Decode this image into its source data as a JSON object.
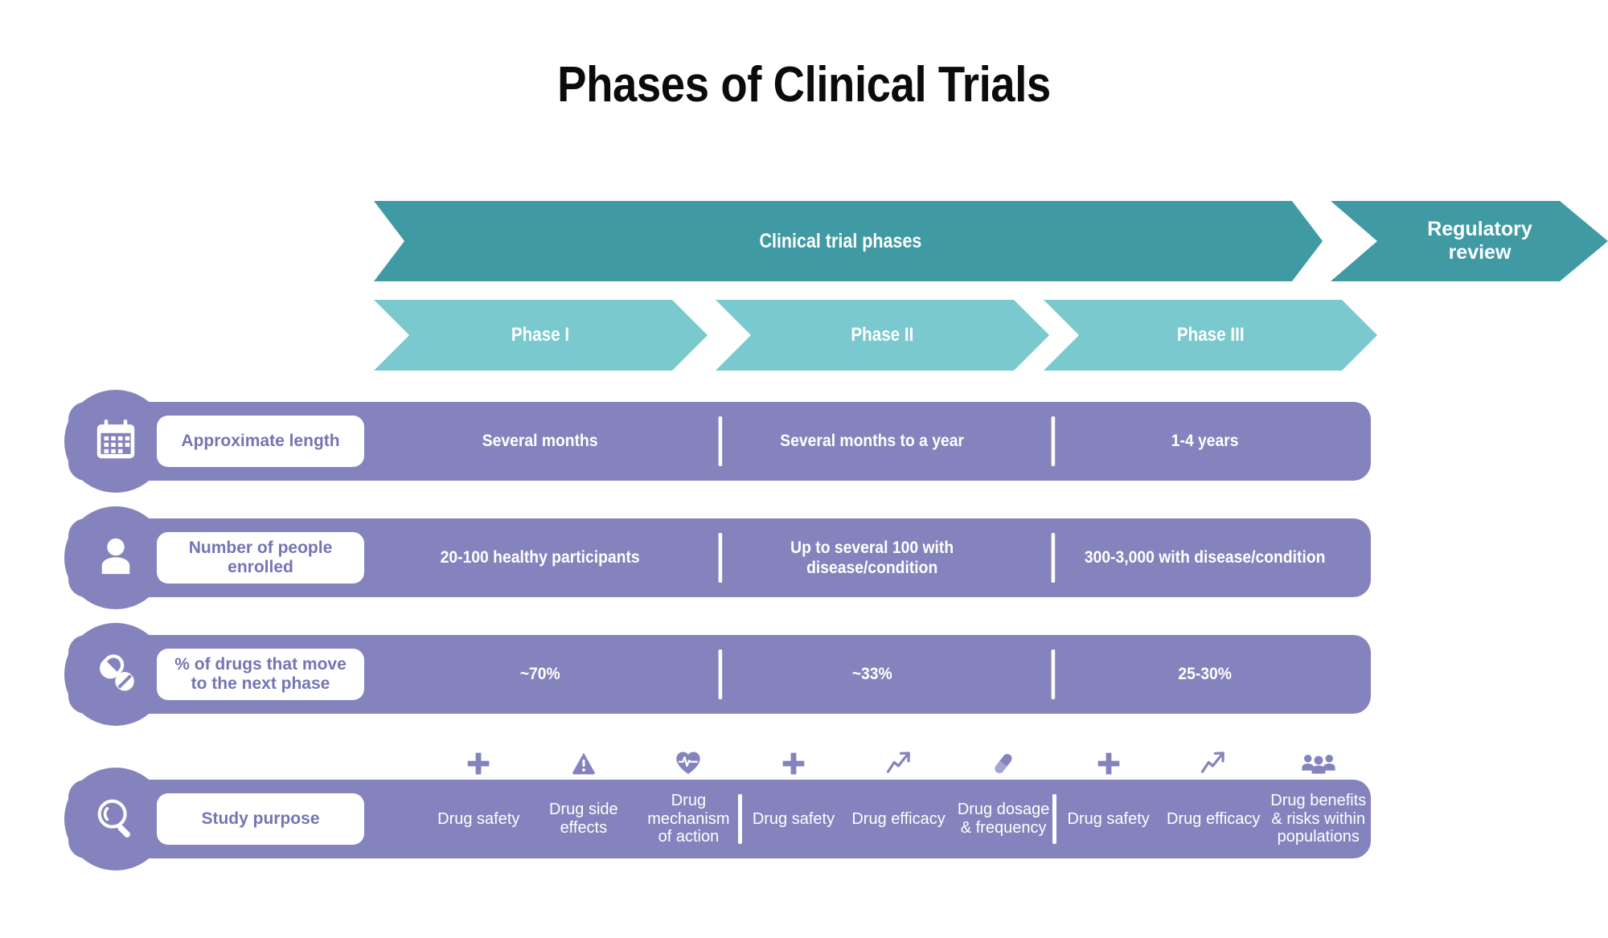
{
  "title": "Phases of Clinical Trials",
  "colors": {
    "teal_dark": "#409aa4",
    "teal_light": "#79c9ce",
    "purple": "#8483bd",
    "purple_text": "#7574b4",
    "white": "#ffffff",
    "title_black": "#0b0b0b"
  },
  "banner": {
    "main_label": "Clinical trial phases",
    "regulatory_label": "Regulatory\nreview",
    "regulatory_line1": "Regulatory",
    "regulatory_line2": "review"
  },
  "phases": [
    {
      "label": "Phase I"
    },
    {
      "label": "Phase II"
    },
    {
      "label": "Phase III"
    }
  ],
  "rows": [
    {
      "icon": "calendar-icon",
      "label": "Approximate length",
      "values": [
        "Several months",
        "Several months to a year",
        "1-4 years"
      ]
    },
    {
      "icon": "person-icon",
      "label": "Number of people enrolled",
      "label_line1": "Number of people",
      "label_line2": "enrolled",
      "values": [
        "20-100 healthy participants",
        "Up to several 100 with disease/condition",
        "300-3,000 with disease/condition"
      ]
    },
    {
      "icon": "pills-icon",
      "label": "% of drugs that move to the next phase",
      "label_line1": "% of drugs that move",
      "label_line2": "to the next phase",
      "values": [
        "~70%",
        "~33%",
        "25-30%"
      ]
    }
  ],
  "study_purpose": {
    "icon": "magnifier-icon",
    "label": "Study purpose",
    "items": [
      {
        "icon": "plus-icon",
        "text": "Drug safety",
        "phase": 1
      },
      {
        "icon": "warning-icon",
        "text": "Drug side effects",
        "phase": 1
      },
      {
        "icon": "heartbeat-icon",
        "text": "Drug mechanism of action",
        "phase": 1
      },
      {
        "icon": "plus-icon",
        "text": "Drug safety",
        "phase": 2
      },
      {
        "icon": "trend-up-icon",
        "text": "Drug efficacy",
        "phase": 2
      },
      {
        "icon": "capsule-icon",
        "text": "Drug dosage & frequency",
        "phase": 2
      },
      {
        "icon": "plus-icon",
        "text": "Drug safety",
        "phase": 3
      },
      {
        "icon": "trend-up-icon",
        "text": "Drug efficacy",
        "phase": 3
      },
      {
        "icon": "people-group-icon",
        "text": "Drug benefits & risks within populations",
        "phase": 3
      }
    ]
  }
}
